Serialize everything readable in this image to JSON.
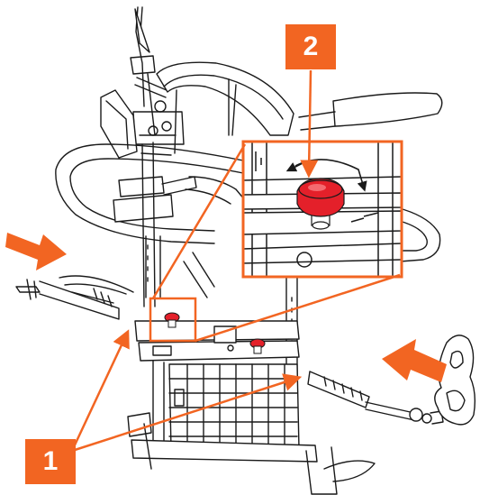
{
  "figure": {
    "callouts": [
      {
        "id": "1",
        "text": "1"
      },
      {
        "id": "2",
        "text": "2"
      }
    ],
    "colors": {
      "accent": "#f26522",
      "knob": "#e4202a",
      "line": "#1a1a1a",
      "background": "#ffffff"
    },
    "parts": [
      "frame",
      "side-handle",
      "arm-rest",
      "adjustment-knob",
      "insertion-bar",
      "mesh-panel",
      "foot-plate",
      "direction-arrow",
      "rotation-arrow",
      "zoom-inset"
    ]
  }
}
